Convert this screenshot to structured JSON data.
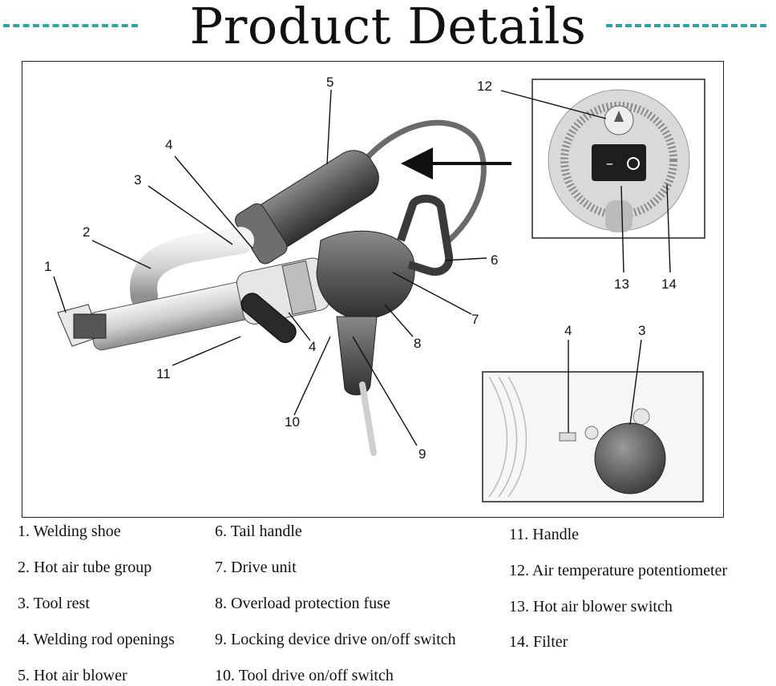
{
  "header": {
    "title": "Product Details"
  },
  "callouts": [
    "1",
    "2",
    "3",
    "4",
    "5",
    "6",
    "7",
    "8",
    "9",
    "10",
    "11",
    "12",
    "13",
    "14"
  ],
  "inset_callouts": [
    "4",
    "3"
  ],
  "legend": {
    "col1": [
      "1. Welding shoe",
      "2. Hot air tube group",
      "3. Tool rest",
      "4. Welding rod openings",
      "5. Hot air blower"
    ],
    "col2": [
      "6. Tail handle",
      "7. Drive unit",
      "8. Overload protection fuse",
      "9. Locking device drive on/off switch",
      "10. Tool drive on/off switch"
    ],
    "col3": [
      "11. Handle",
      "12. Air temperature potentiometer",
      "13. Hot air blower switch",
      "14. Filter"
    ]
  },
  "colors": {
    "accent": "#2aa6b0",
    "line": "#111111"
  }
}
